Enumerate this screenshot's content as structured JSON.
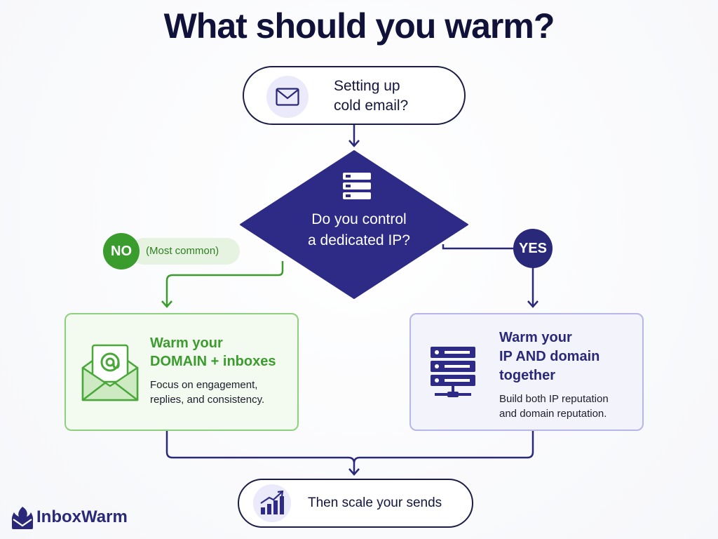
{
  "title": "What should you warm?",
  "start": {
    "icon": "envelope-icon",
    "line1": "Setting up",
    "line2": "cold email?"
  },
  "decision": {
    "icon": "server-icon",
    "line1": "Do you control",
    "line2": "a dedicated IP?"
  },
  "no_branch": {
    "label": "NO",
    "note": "(Most common)",
    "color": "#3b9c2e",
    "card": {
      "icon": "email-at-icon",
      "title_line1": "Warm your",
      "title_line2": "DOMAIN + inboxes",
      "desc_line1": "Focus on engagement,",
      "desc_line2": "replies, and consistency."
    }
  },
  "yes_branch": {
    "label": "YES",
    "color": "#2a2879",
    "card": {
      "icon": "server-rack-icon",
      "title_line1": "Warm your",
      "title_line2": "IP AND domain",
      "title_line3": "together",
      "desc_line1": "Build both IP reputation",
      "desc_line2": "and domain reputation."
    }
  },
  "end": {
    "icon": "growth-chart-icon",
    "label": "Then scale your sends"
  },
  "logo": {
    "icon": "inboxwarm-logo-icon",
    "text": "InboxWarm"
  },
  "colors": {
    "navy": "#10123a",
    "indigo": "#2a2879",
    "green": "#3b9c2e",
    "green_light": "#e6f3e1"
  }
}
